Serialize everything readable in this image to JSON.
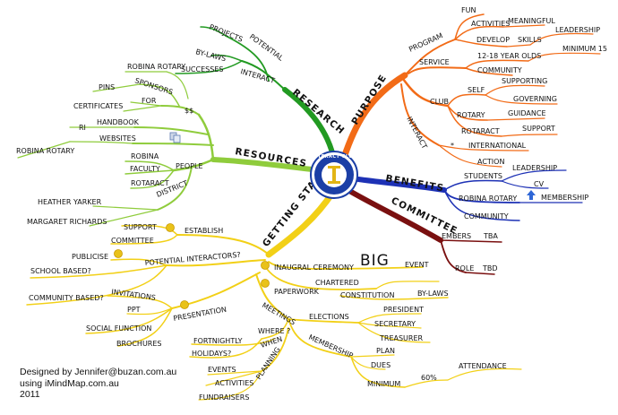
{
  "center": {
    "text": "INTERACT CLUB"
  },
  "colors": {
    "purpose": "#f26b17",
    "benefits": "#1d31b5",
    "committee": "#7a1010",
    "research": "#229a22",
    "resources": "#8fcc3c",
    "getting_started": "#f2d017",
    "center": "#1b3fa6"
  },
  "branches": {
    "purpose": {
      "title": "PURPOSE",
      "labels": {
        "program": "PROGRAM",
        "fun": "FUN",
        "activities": "ACTIVITIES",
        "meaningful": "MEANINGFUL",
        "develop": "DEVELOP",
        "skills": "SKILLS",
        "leadership": "LEADERSHIP",
        "service": "SERVICE",
        "ages": "12-18 YEAR OLDS",
        "minimum15": "MINIMUM 15",
        "community": "COMMUNITY",
        "club": "CLUB",
        "self": "SELF",
        "supporting": "SUPPORTING",
        "governing": "GOVERNING",
        "rotary": "ROTARY",
        "guidance": "GUIDANCE",
        "rotaract": "ROTARACT",
        "support": "SUPPORT",
        "interact": "INTERACT",
        "star": "*",
        "international": "INTERNATIONAL",
        "action": "ACTION"
      }
    },
    "benefits": {
      "title": "BENEFITS",
      "labels": {
        "students": "STUDENTS",
        "leadership": "LEADERSHIP",
        "cv": "CV",
        "robina_rotary": "ROBINA ROTARY",
        "membership": "MEMBERSHIP",
        "community": "COMMUNITY"
      }
    },
    "committee": {
      "title": "COMMITTEE",
      "labels": {
        "embers": "EMBERS",
        "tba": "TBA",
        "role": "ROLE",
        "tbd": "TBD"
      }
    },
    "research": {
      "title": "RESEARCH",
      "labels": {
        "projects": "PROJECTS",
        "potential": "POTENTIAL",
        "bylaws": "BY-LAWS",
        "successes": "SUCCESSES",
        "interact": "INTERACT"
      }
    },
    "resources": {
      "title": "RESOURCES",
      "labels": {
        "robina_rotary": "ROBINA ROTARY",
        "sponsors": "SPONSORS",
        "pins": "PINS",
        "for": "FOR",
        "dollars": "$$",
        "certificates": "CERTIFICATES",
        "handbook": "HANDBOOK",
        "ri": "RI",
        "websites": "WEBSITES",
        "robina_rotary2": "ROBINA ROTARY",
        "robina": "ROBINA",
        "people": "PEOPLE",
        "faculty": "FACULTY",
        "rotaract": "ROTARACT",
        "district": "DISTRICT",
        "heather": "HEATHER YARKER",
        "margaret": "MARGARET RICHARDS"
      }
    },
    "getting_started": {
      "title": "GETTING STARTED",
      "labels": {
        "support": "SUPPORT",
        "establish": "ESTABLISH",
        "committee": "COMMITTEE",
        "publicise": "PUBLICISE",
        "potential": "POTENTIAL INTERACTORS?",
        "school": "SCHOOL BASED?",
        "community": "COMMUNITY BASED?",
        "big": "BIG",
        "inaugural": "INAUGRAL CEREMONY",
        "event": "EVENT",
        "chartered": "CHARTERED",
        "paperwork": "PAPERWORK",
        "constitution": "CONSTITUTION",
        "bylaws": "BY-LAWS",
        "invitations": "INVITATIONS",
        "ppt": "PPT",
        "presentation": "PRESENTATION",
        "social": "SOCIAL FUNCTION",
        "brochures": "BROCHURES",
        "meetings": "MEETINGS",
        "elections": "ELECTIONS",
        "president": "PRESIDENT",
        "secretary": "SECRETARY",
        "treasurer": "TREASURER",
        "where": "WHERE ?",
        "fortnightly": "FORTNIGHTLY",
        "when": "WHEN",
        "holidays": "HOLIDAYS?",
        "membership": "MEMBERSHIP",
        "plan": "PLAN",
        "dues": "DUES",
        "planning": "PLANNING",
        "events": "EVENTS",
        "activities": "ACTIVITIES",
        "fundraisers": "FUNDRAISERS",
        "minimum": "MINIMUM",
        "pct60": "60%",
        "attendance": "ATTENDANCE"
      }
    }
  },
  "credits": {
    "line1": "Designed by Jennifer@buzan.com.au",
    "line2": "using iMindMap.com.au",
    "line3": "2011"
  }
}
